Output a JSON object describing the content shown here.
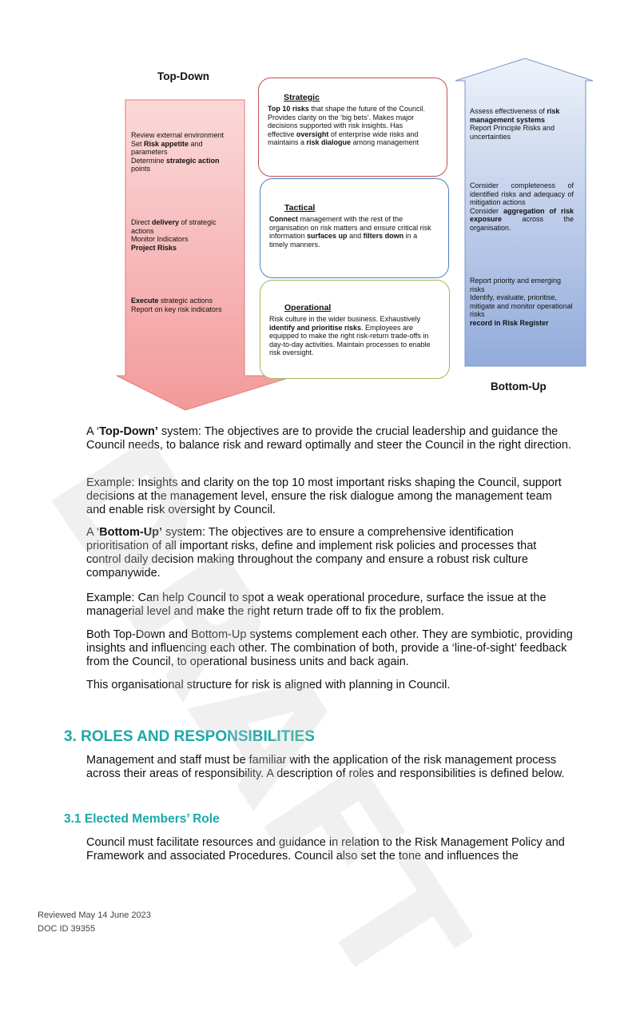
{
  "diagram": {
    "top_down_label": "Top-Down",
    "bottom_up_label": "Bottom-Up",
    "left_arrow": {
      "group1": [
        {
          "parts": [
            {
              "t": "Review external environment"
            }
          ]
        },
        {
          "parts": [
            {
              "t": "Set "
            },
            {
              "t": "Risk appetite",
              "b": true
            },
            {
              "t": " and parameters"
            }
          ]
        },
        {
          "parts": [
            {
              "t": "Determine "
            },
            {
              "t": "strategic action",
              "b": true
            },
            {
              "t": " points"
            }
          ]
        }
      ],
      "group2": [
        {
          "parts": [
            {
              "t": "Direct "
            },
            {
              "t": "delivery",
              "b": true
            },
            {
              "t": " of strategic actions"
            }
          ]
        },
        {
          "parts": [
            {
              "t": "Monitor Indicators"
            }
          ]
        },
        {
          "parts": [
            {
              "t": "Project Risks",
              "b": true
            }
          ]
        }
      ],
      "group3": [
        {
          "parts": [
            {
              "t": "Execute",
              "b": true
            },
            {
              "t": " strategic actions"
            }
          ]
        },
        {
          "parts": [
            {
              "t": "Report on key risk indicators"
            }
          ]
        }
      ]
    },
    "strategic": {
      "title": "Strategic",
      "parts": [
        {
          "t": "Top 10 risks",
          "b": true
        },
        {
          "t": " that shape the future of the Council. Provides clarity on the ‘big bets’. Makes major decisions supported with risk insights. Has effective "
        },
        {
          "t": "oversight",
          "b": true
        },
        {
          "t": " of enterprise wide risks and maintains a "
        },
        {
          "t": "risk dialogue",
          "b": true
        },
        {
          "t": " among management"
        }
      ]
    },
    "tactical": {
      "title": "Tactical",
      "parts": [
        {
          "t": "Connect",
          "b": true
        },
        {
          "t": " management with the rest of the organisation on risk matters and ensure critical risk information "
        },
        {
          "t": "surfaces up",
          "b": true
        },
        {
          "t": " and "
        },
        {
          "t": "filters down",
          "b": true
        },
        {
          "t": " in a timely manners."
        }
      ]
    },
    "operational": {
      "title": "Operational",
      "parts": [
        {
          "t": "Risk culture in the wider business. Exhaustively "
        },
        {
          "t": "identify and prioritise risks",
          "b": true
        },
        {
          "t": ". Employees are equipped to make the right risk-return trade-offs in day-to-day activities. Maintain processes to enable risk oversight."
        }
      ]
    },
    "right_arrow": {
      "group1": [
        {
          "parts": [
            {
              "t": "Assess effectiveness of "
            },
            {
              "t": "risk management systems",
              "b": true
            }
          ]
        },
        {
          "parts": [
            {
              "t": "Report Principle Risks and uncertainties"
            }
          ]
        }
      ],
      "group2": [
        {
          "parts": [
            {
              "t": "Consider completeness of identified risks and adequacy of mitigation actions"
            }
          ]
        },
        {
          "parts": [
            {
              "t": "Consider "
            },
            {
              "t": "aggregation of risk exposure",
              "b": true
            },
            {
              "t": " across the organisation."
            }
          ]
        }
      ],
      "group3": [
        {
          "parts": [
            {
              "t": "Report priority and emerging risks"
            }
          ]
        },
        {
          "parts": [
            {
              "t": "Identify, evaluate, prioritise, mitigate and monitor operational risks"
            }
          ]
        },
        {
          "parts": [
            {
              "t": "record in Risk Register",
              "b": true
            }
          ]
        }
      ]
    },
    "watermark": "DRAFT"
  },
  "paragraphs": {
    "p1": [
      {
        "t": "A ‘"
      },
      {
        "t": "Top-Down’",
        "b": true
      },
      {
        "t": " system:  The objectives are to provide the crucial leadership and guidance the Council needs, to balance risk and reward optimally and steer the Council in the right direction."
      }
    ],
    "p2": [
      {
        "t": "Example: Insights and clarity on the top 10 most important risks shaping the Council, support decisions at the management level, ensure the risk dialogue among the management team and enable risk oversight by Council."
      }
    ],
    "p3": [
      {
        "t": "A ‘"
      },
      {
        "t": "Bottom-Up’",
        "b": true
      },
      {
        "t": " system: The objectives are to ensure a comprehensive identification prioritisation of all important risks, define and implement risk policies and processes that control daily decision making throughout the company and ensure a robust risk culture companywide."
      }
    ],
    "p4": [
      {
        "t": "Example: Can help Council to spot a weak operational procedure, surface the issue at the managerial level and make the right return trade off to fix the problem."
      }
    ],
    "p5": [
      {
        "t": "Both Top-Down and Bottom-Up systems complement each other.  They are symbiotic, providing insights and influencing each other.  The combination of both, provide a ‘line-of-sight’ feedback from the Council, to operational business units and back again."
      }
    ],
    "p6": [
      {
        "t": "This organisational structure for risk is aligned with planning in Council."
      }
    ]
  },
  "section3": {
    "heading": "3.  ROLES AND RESPONSIBILITIES",
    "intro": "Management and staff must be familiar with the application of the risk management process across their areas of responsibility. A description of roles and responsibilities is defined below.",
    "sub_heading": "3.1 Elected Members’ Role",
    "sub_text": "Council must facilitate resources and guidance in relation to the Risk Management Policy and Framework and associated Procedures. Council also set the tone and influences the"
  },
  "footer": {
    "reviewed": "Reviewed May 14 June 2023",
    "doc_id": "DOC ID 39355"
  },
  "colors": {
    "strategic_border": "#c0504d",
    "tactical_border": "#4f81bd",
    "operational_border": "#9bbb59",
    "left_arrow_top": "#f7c6c6",
    "left_arrow_bottom": "#f4a6a6",
    "right_arrow_top": "#e4ebf7",
    "right_arrow_bottom": "#9bb4df",
    "heading_teal": "#1aa9a8"
  }
}
